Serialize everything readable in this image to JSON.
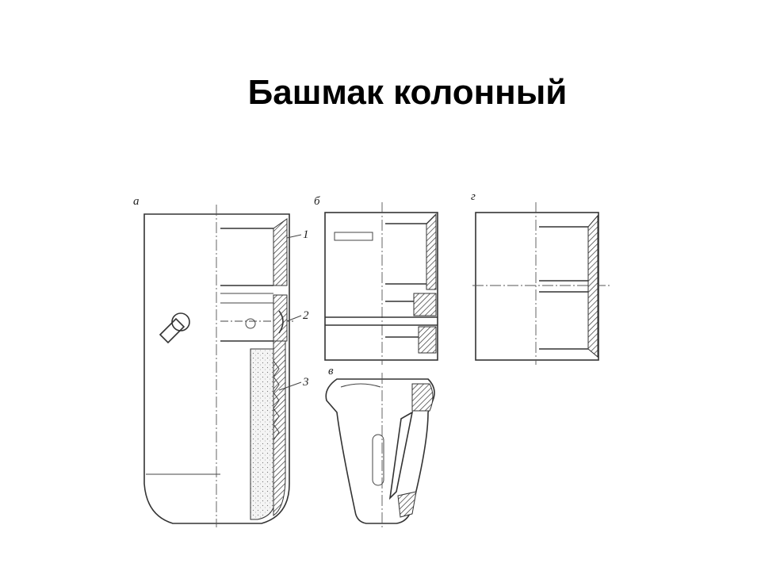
{
  "title": "Башмак колонный",
  "views": {
    "a": "а",
    "b": "б",
    "v": "в",
    "g": "г"
  },
  "callouts": [
    "1",
    "2",
    "3"
  ]
}
